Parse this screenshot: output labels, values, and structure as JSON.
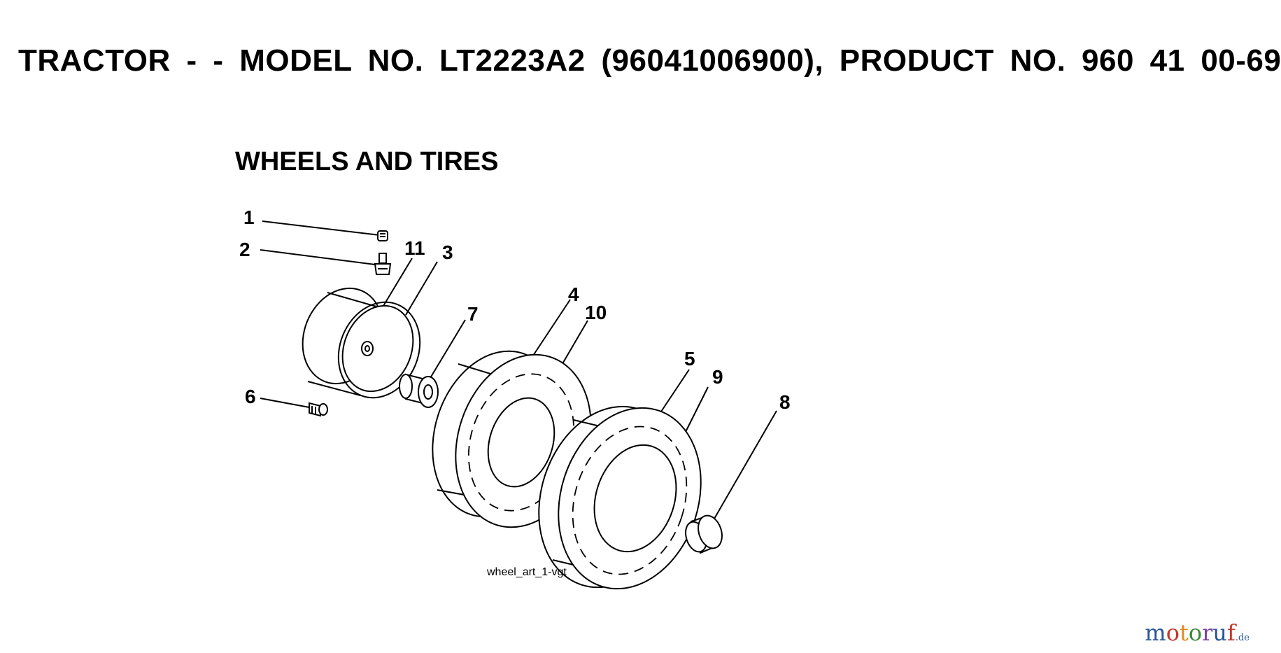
{
  "header": {
    "title": "TRACTOR - - MODEL NO. LT2223A2 (96041006900), PRODUCT NO. 960 41 00-69"
  },
  "section": {
    "title": "WHEELS AND TIRES"
  },
  "diagram": {
    "art_reference": "wheel_art_1-vgt",
    "callouts": [
      "1",
      "2",
      "11",
      "3",
      "7",
      "4",
      "10",
      "6",
      "5",
      "9",
      "8"
    ]
  },
  "watermark": {
    "text": "motoruf",
    "suffix": ".de",
    "colors": [
      "#2a5599",
      "#c0392b",
      "#e08a1e",
      "#3a8a3a",
      "#7b3fa0"
    ]
  }
}
